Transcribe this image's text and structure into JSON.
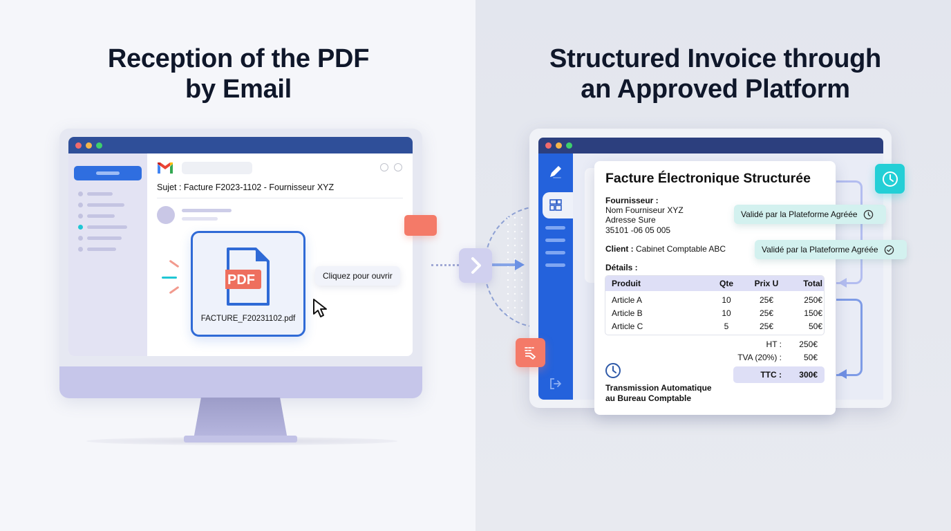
{
  "left_panel": {
    "title_line1": "Reception of the PDF",
    "title_line2": "by Email",
    "email_client": {
      "window_dots": [
        "#f16b6b",
        "#f5b54a",
        "#3ecf6c"
      ],
      "logo_icon": "gmail-icon",
      "header_icons": [
        "print-icon",
        "account-icon"
      ],
      "subject": "Sujet : Facture F2023-1102 - Fournisseur XYZ",
      "sidebar_active_indicator_color": "#1fc6d4",
      "attachment": {
        "badge": "PDF",
        "filename": "FACTURE_F20231102.pdf"
      },
      "tooltip": "Cliquez pour ouvrir"
    }
  },
  "right_panel": {
    "title_line1": "Structured Invoice through",
    "title_line2": "an Approved Platform",
    "sidebar_icons": [
      "edit-icon",
      "dashboard-icon",
      "logout-icon"
    ],
    "invoice": {
      "title": "Facture Électronique Structurée",
      "supplier_label": "Fournisseur :",
      "supplier_name": "Nom Fourniseur XYZ",
      "supplier_address": "Adresse Sure",
      "supplier_code": "35101 -06 05 005",
      "client_label": "Client :",
      "client_value": "Cabinet Comptable ABC",
      "details_label": "Détails :",
      "table": {
        "headers": [
          "Produit",
          "Qte",
          "Prix U",
          "Total"
        ],
        "rows": [
          [
            "Article A",
            "10",
            "25€",
            "250€"
          ],
          [
            "Article B",
            "10",
            "25€",
            "150€"
          ],
          [
            "Article C",
            "5",
            "25€",
            "50€"
          ]
        ]
      },
      "totals": {
        "ht_label": "HT :",
        "ht_value": "250€",
        "tva_label": "TVA (20%) :",
        "tva_value": "50€",
        "ttc_label": "TTC :",
        "ttc_value": "300€"
      },
      "transmission_line1": "Transmission Automatique",
      "transmission_line2": "au Bureau Comptable"
    },
    "badges": [
      {
        "label": "Validé par la Plateforme Agréée",
        "icon": "clock-icon"
      },
      {
        "label": "Validé par la Plateforme Agréée",
        "icon": "check-circle-icon"
      }
    ],
    "accent_colors": {
      "teal": "#23cfd6",
      "coral": "#f47a68",
      "blue": "#2462dc"
    }
  }
}
